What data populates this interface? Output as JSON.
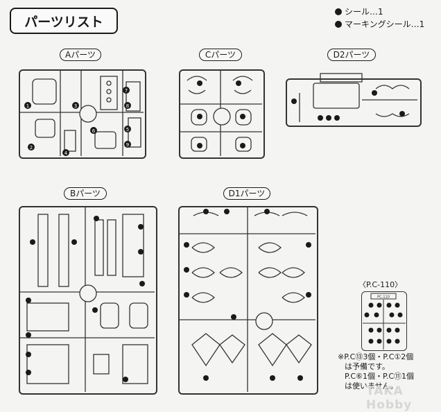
{
  "header": {
    "title": "パーツリスト"
  },
  "legend": {
    "item1": "シール…1",
    "item2": "マーキングシール…1"
  },
  "runners": {
    "a": "Aパーツ",
    "c": "Cパーツ",
    "d2": "D2パーツ",
    "b": "Bパーツ",
    "d1": "D1パーツ",
    "pc": "〈P.C-110〉",
    "pc_tag": "PC-110"
  },
  "parts_a": [
    "1",
    "2",
    "3",
    "4",
    "5",
    "6",
    "7",
    "8",
    "9"
  ],
  "note": {
    "line1": "※P.C⑬3個・P.C①2個",
    "line2": "は予備です。",
    "line3": "P.C⑥1個・P.C⑪1個",
    "line4": "は使いません。"
  },
  "watermark": "TAKA Hobby"
}
